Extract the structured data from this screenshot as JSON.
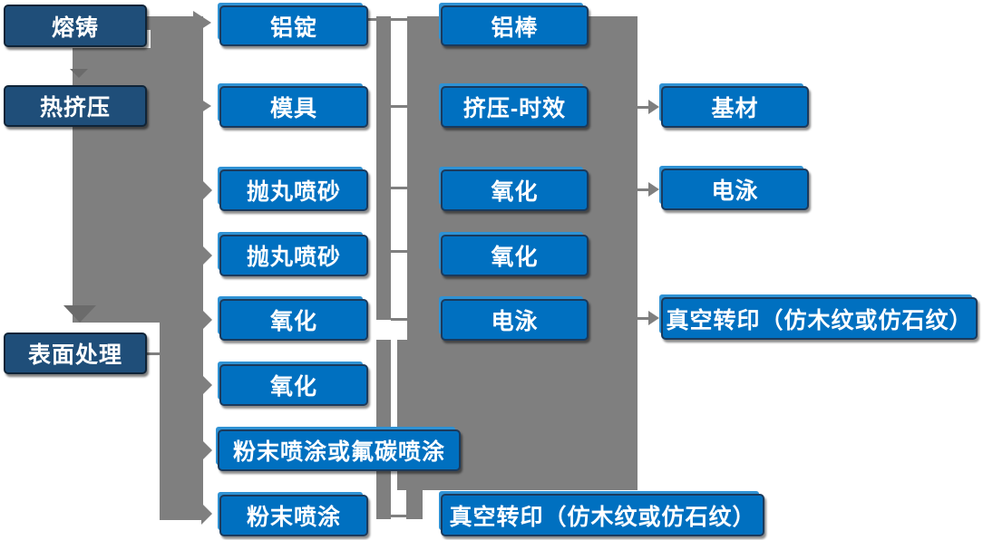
{
  "diagram_type": "process-flowchart",
  "language": "zh-CN",
  "subject": "aluminum profile production and surface treatment process flow",
  "colors": {
    "process_box_blue": "#0070C0",
    "stage_box_navy": "#1F4E79",
    "connector_gray": "#7F7F7F",
    "arrowhead_dark_gray": "#6B6B6B",
    "box_border_dark": "#1b3a5c",
    "box_highlight_blue": "#2f92d4",
    "text_white": "#ffffff",
    "background": "#ffffff"
  },
  "nodes": {
    "melting": {
      "label": "熔铸"
    },
    "hot_extrusion": {
      "label": "热挤压"
    },
    "surface_treatment": {
      "label": "表面处理"
    },
    "aluminum_ingot": {
      "label": "铝锭"
    },
    "mold": {
      "label": "模具"
    },
    "shot_blasting_1": {
      "label": "抛丸喷砂"
    },
    "shot_blasting_2": {
      "label": "抛丸喷砂"
    },
    "oxidation_1": {
      "label": "氧化"
    },
    "oxidation_2": {
      "label": "氧化"
    },
    "powder_or_fluorocarbon": {
      "label": "粉末喷涂或氟碳喷涂"
    },
    "powder_coating": {
      "label": "粉末喷涂"
    },
    "aluminum_rod": {
      "label": "铝棒"
    },
    "extrusion_aging": {
      "label": "挤压-时效"
    },
    "oxidation_3": {
      "label": "氧化"
    },
    "oxidation_4": {
      "label": "氧化"
    },
    "electrophoresis_1": {
      "label": "电泳"
    },
    "vacuum_transfer_bottom": {
      "label": "真空转印（仿木纹或仿石纹）"
    },
    "base_material": {
      "label": "基材"
    },
    "electrophoresis_2": {
      "label": "电泳"
    },
    "vacuum_transfer_right": {
      "label": "真空转印（仿木纹或仿石纹）"
    }
  },
  "edges": [
    {
      "from": "melting",
      "to": "aluminum_ingot"
    },
    {
      "from": "melting",
      "to": "hot_extrusion"
    },
    {
      "from": "hot_extrusion",
      "to": "mold"
    },
    {
      "from": "hot_extrusion",
      "to": "shot_blasting_1"
    },
    {
      "from": "hot_extrusion",
      "to": "shot_blasting_2"
    },
    {
      "from": "hot_extrusion",
      "to": "oxidation_1"
    },
    {
      "from": "hot_extrusion",
      "to": "surface_treatment"
    },
    {
      "from": "surface_treatment",
      "to": "oxidation_2"
    },
    {
      "from": "surface_treatment",
      "to": "powder_or_fluorocarbon"
    },
    {
      "from": "surface_treatment",
      "to": "powder_coating"
    },
    {
      "from": "aluminum_ingot",
      "to": "aluminum_rod"
    },
    {
      "from": "aluminum_ingot",
      "to": "extrusion_aging"
    },
    {
      "from": "aluminum_ingot",
      "to": "oxidation_3"
    },
    {
      "from": "aluminum_ingot",
      "to": "oxidation_4"
    },
    {
      "from": "aluminum_ingot",
      "to": "electrophoresis_1"
    },
    {
      "from": "powder_coating",
      "to": "vacuum_transfer_bottom"
    },
    {
      "from": "extrusion_aging",
      "to": "base_material"
    },
    {
      "from": "oxidation_3",
      "to": "electrophoresis_2"
    },
    {
      "from": "electrophoresis_1",
      "to": "vacuum_transfer_right"
    }
  ]
}
